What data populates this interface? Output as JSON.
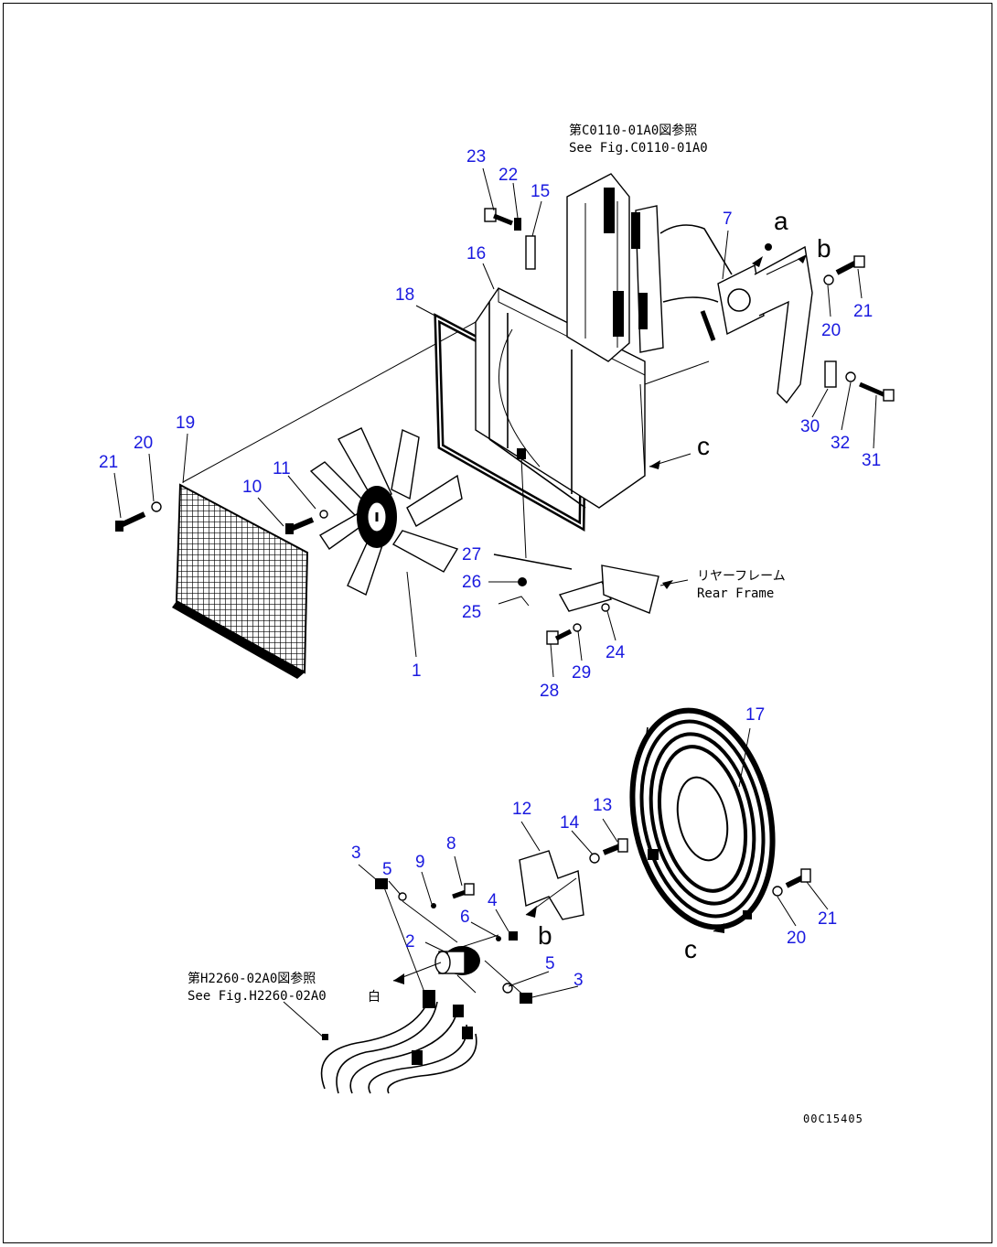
{
  "notes": {
    "top_jp": "第C0110-01A0図参照",
    "top_en": "See Fig.C0110-01A0",
    "frame_jp": "リヤーフレーム",
    "frame_en": "Rear Frame",
    "bottom_jp": "第H2260-02A0図参照",
    "bottom_en": "See Fig.H2260-02A0",
    "drawing_code": "00C15405"
  },
  "letters": {
    "a1": "a",
    "b1": "b",
    "c1": "c",
    "b2": "b",
    "c2": "c"
  },
  "parts": {
    "p1": "1",
    "p2": "2",
    "p3a": "3",
    "p3b": "3",
    "p4": "4",
    "p5a": "5",
    "p5b": "5",
    "p6": "6",
    "p7": "7",
    "p8": "8",
    "p9": "9",
    "p10": "10",
    "p11": "11",
    "p12": "12",
    "p13": "13",
    "p14": "14",
    "p15": "15",
    "p16": "16",
    "p17": "17",
    "p18": "18",
    "p19": "19",
    "p20a": "20",
    "p20b": "20",
    "p20c": "20",
    "p21a": "21",
    "p21b": "21",
    "p21c": "21",
    "p22": "22",
    "p23": "23",
    "p24": "24",
    "p25": "25",
    "p26": "26",
    "p27": "27",
    "p28": "28",
    "p29": "29",
    "p30": "30",
    "p31": "31",
    "p32": "32"
  }
}
